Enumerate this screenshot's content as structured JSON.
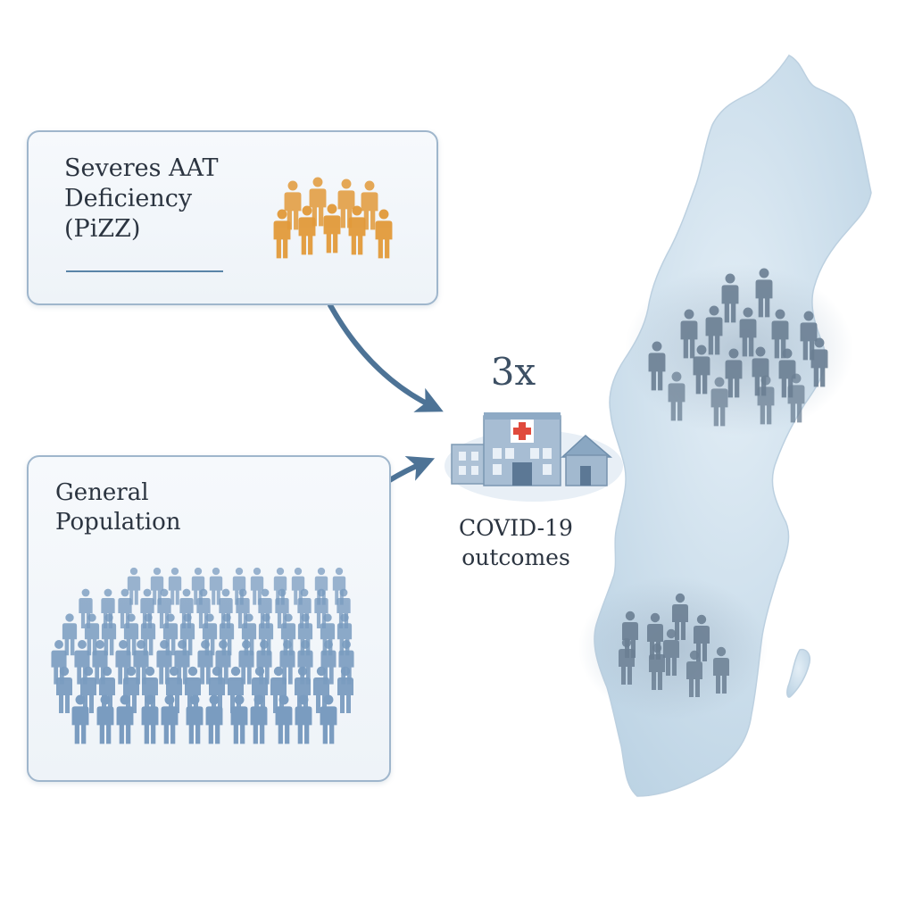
{
  "aat_group": {
    "title": "Severes AAT\nDeficiency\n(PiZZ)",
    "color": "#e29a3a"
  },
  "general_group": {
    "title": "General\nPopulation",
    "color": "#7a9cc0"
  },
  "outcome": {
    "ratio": "3x",
    "label": "COVID-19\noutcomes",
    "icon": "hospital-icon"
  },
  "map": {
    "region": "Sweden",
    "fill": "#cfe0ec",
    "people_color": "#6b7f93"
  },
  "arrow_color": "#4d7396"
}
